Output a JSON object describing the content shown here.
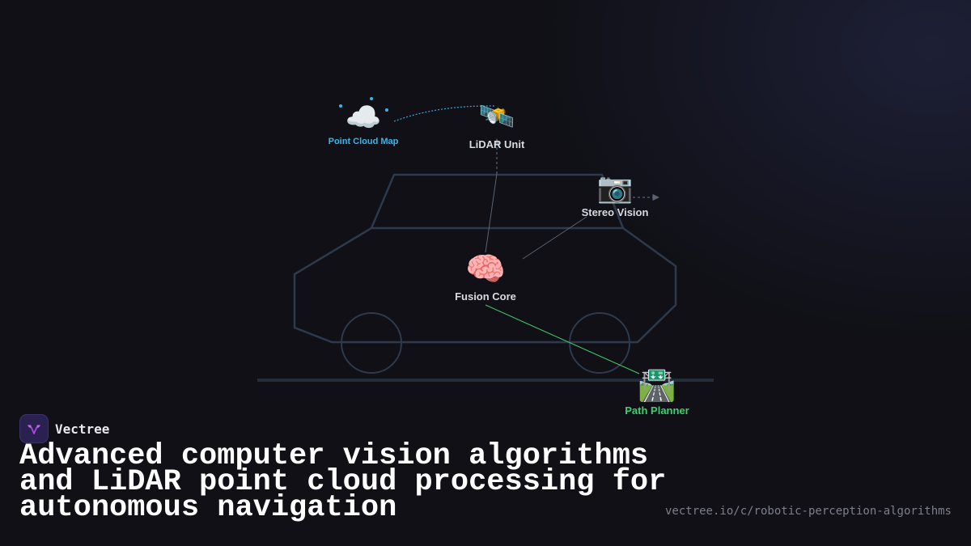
{
  "diagram": {
    "nodes": [
      {
        "id": "point-cloud-map",
        "icon": "cloud-icon",
        "emoji": "☁️",
        "label": "Point Cloud Map",
        "color": "#38b6e8"
      },
      {
        "id": "lidar-unit",
        "icon": "satellite-icon",
        "emoji": "🛰️",
        "label": "LiDAR Unit",
        "color": "#d9dbe3"
      },
      {
        "id": "stereo-vision",
        "icon": "camera-icon",
        "emoji": "📷",
        "label": "Stereo Vision",
        "color": "#d9dbe3"
      },
      {
        "id": "fusion-core",
        "icon": "brain-icon",
        "emoji": "🧠",
        "label": "Fusion Core",
        "color": "#d9dbe3"
      },
      {
        "id": "path-planner",
        "icon": "road-icon",
        "emoji": "🛣️",
        "label": "Path Planner",
        "color": "#3ecf6e"
      }
    ],
    "colors": {
      "car_outline": "#2e3a4c",
      "ground": "#252d3a",
      "link_gray": "#5a6272",
      "link_cloud": "#3aa7d8",
      "link_path": "#3ecf6e"
    }
  },
  "brand": {
    "name": "Vectree",
    "logo_icon": "vectree-logo-icon"
  },
  "headline": "Advanced computer vision algorithms and LiDAR point cloud processing for autonomous navigation",
  "url": "vectree.io/c/robotic-perception-algorithms"
}
